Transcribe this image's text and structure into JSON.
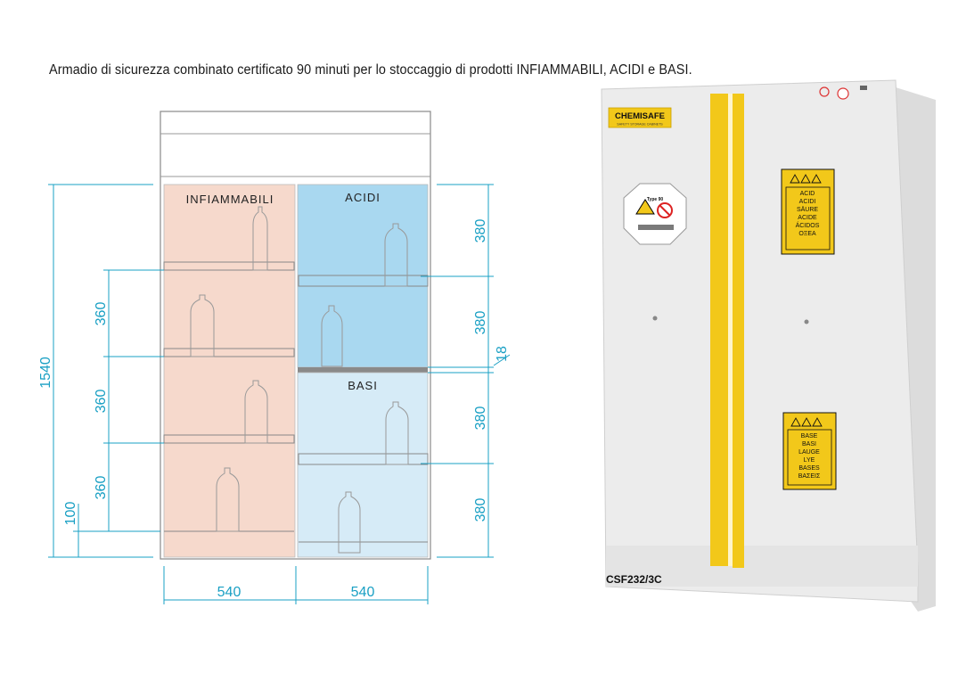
{
  "caption": "Armadio di sicurezza combinato certificato 90 minuti per lo stoccaggio di prodotti INFIAMMABILI, ACIDI e BASI.",
  "drawing": {
    "zones": {
      "flammable": "INFIAMMABILI",
      "acids": "ACIDI",
      "bases": "BASI"
    },
    "dimensions": {
      "total_height": "1540",
      "bottom_offset": "100",
      "left_shelf_1": "360",
      "left_shelf_2": "360",
      "left_shelf_3": "360",
      "right_shelf_1": "380",
      "right_shelf_2": "380",
      "right_shelf_3": "380",
      "right_shelf_4": "380",
      "separator": "18",
      "width_left": "540",
      "width_right": "540"
    },
    "colors": {
      "flammable": "#f6d9cc",
      "acids": "#a9d8f0",
      "bases": "#d6ebf7",
      "dimension_lines": "#1aa0c4"
    }
  },
  "product": {
    "brand": "CHEMISAFE",
    "brand_sub": "SAFETY STORAGE CABINETS",
    "model": "CSF232/3C",
    "type_badge": "Type 90",
    "acid_label": [
      "ACID",
      "ACIDI",
      "SÄURE",
      "ACIDE",
      "ÁCIDOS",
      "ΟΞΕΑ"
    ],
    "base_label": [
      "BASE",
      "BASI",
      "LAUGE",
      "LYE",
      "BASES",
      "ΒΑΣΕΙΣ"
    ],
    "colors": {
      "body": "#ececec",
      "accent": "#f2c81a"
    }
  }
}
